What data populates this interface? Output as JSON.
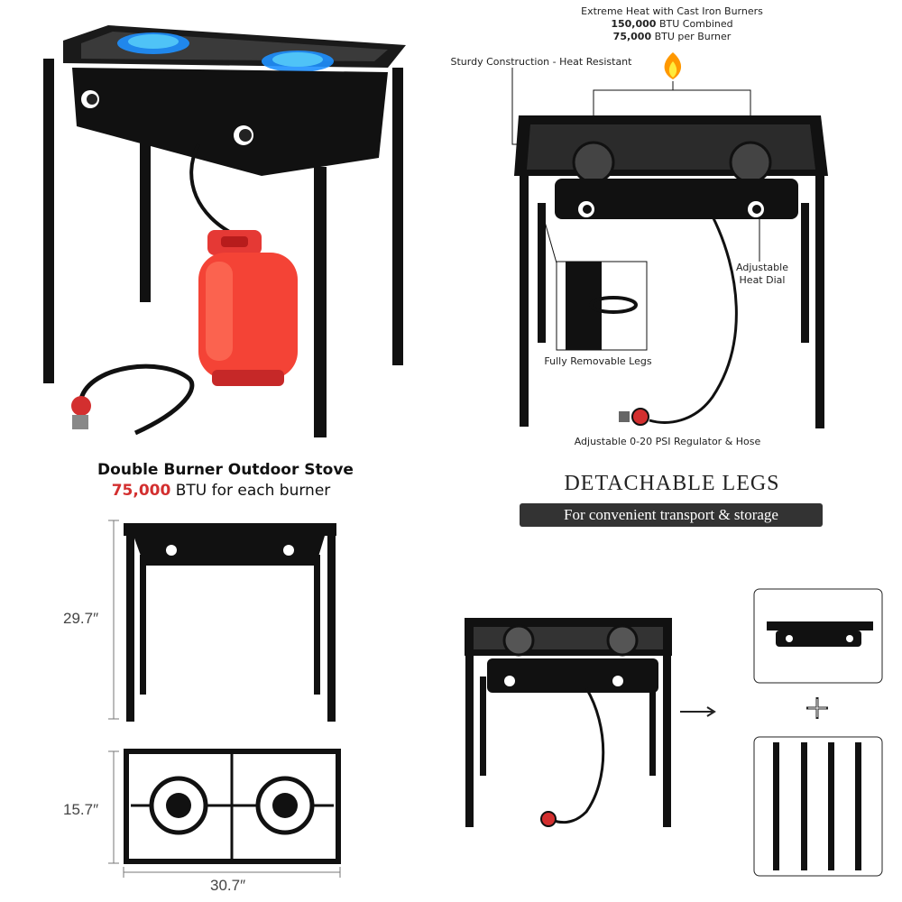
{
  "quad_tl": {},
  "callouts": {
    "extreme_heat_line1": "Extreme Heat with Cast Iron Burners",
    "extreme_heat_line2": "150,000",
    "extreme_heat_line2_suffix": " BTU Combined",
    "extreme_heat_line3": "75,000",
    "extreme_heat_line3_suffix": " BTU per Burner",
    "sturdy": "Sturdy Construction - Heat Resistant",
    "heat_dial": "Adjustable Heat Dial",
    "removable_legs": "Fully Removable Legs",
    "regulator": "Adjustable 0-20 PSI Regulator & Hose"
  },
  "dual": {
    "title": "Double Burner Outdoor Stove",
    "btu_value": "75,000",
    "btu_suffix": " BTU for each burner",
    "accent_color": "#d32f2f"
  },
  "dimensions": {
    "height": "29.7″",
    "depth": "15.7″",
    "width": "30.7″"
  },
  "detachable": {
    "title": "DETACHABLE LEGS",
    "subtitle": "For convenient transport & storage"
  },
  "icons": {
    "flame": "flame-icon",
    "arrow": "arrow-right-icon",
    "plus": "plus-icon"
  }
}
